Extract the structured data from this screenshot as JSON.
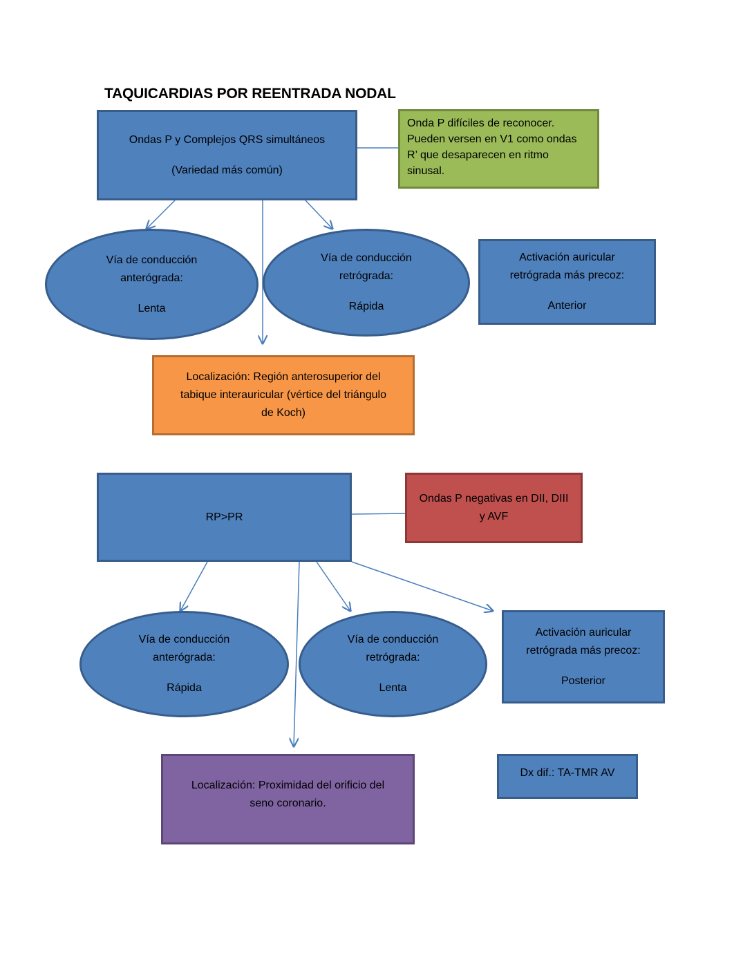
{
  "title": "TAQUICARDIAS POR REENTRADA NODAL",
  "top": {
    "main": {
      "line1": "Ondas P y Complejos QRS simultáneos",
      "line2": "(Variedad más común)"
    },
    "note": {
      "line1": "Onda P difíciles de reconocer.",
      "line2": "Pueden versen en V1 como ondas",
      "line3": "R’ que desaparecen en ritmo",
      "line4": "sinusal."
    },
    "ant": {
      "line1": "Vía de conducción",
      "line2": "anterógrada:",
      "value": "Lenta"
    },
    "ret": {
      "line1": "Vía de conducción",
      "line2": "retrógrada:",
      "value": "Rápida"
    },
    "act": {
      "line1": "Activación auricular",
      "line2": "retrógrada más precoz:",
      "value": "Anterior"
    },
    "loc": {
      "line1": "Localización: Región anterosuperior del",
      "line2": "tabique interauricular (vértice del triángulo",
      "line3": "de Koch)"
    }
  },
  "bottom": {
    "main": {
      "line1": "RP>PR"
    },
    "note": {
      "line1": "Ondas P negativas en DII, DIII",
      "line2": "y AVF"
    },
    "ant": {
      "line1": "Vía de conducción",
      "line2": "anterógrada:",
      "value": "Rápida"
    },
    "ret": {
      "line1": "Vía de conducción",
      "line2": "retrógrada:",
      "value": "Lenta"
    },
    "act": {
      "line1": "Activación auricular",
      "line2": "retrógrada más precoz:",
      "value": "Posterior"
    },
    "loc": {
      "line1": "Localización: Proximidad del orificio del",
      "line2": "seno coronario."
    },
    "dx": {
      "line1": "Dx dif.: TA-TMR AV"
    }
  },
  "colors": {
    "blue": "#4F81BD",
    "green": "#9BBB59",
    "orange": "#F79646",
    "red": "#C0504D",
    "purple": "#8064A2",
    "connector": "#4A7EBB"
  }
}
